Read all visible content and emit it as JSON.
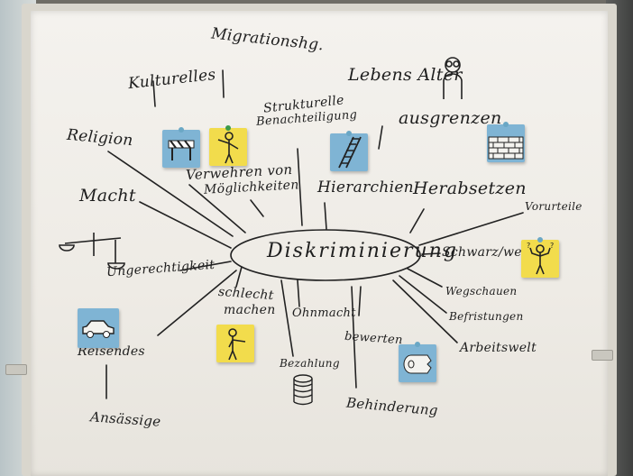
{
  "center": "Diskriminierung",
  "words": {
    "kulturelles": "Kulturelles",
    "migration": "Migrationshg.",
    "lebensalter": "Lebens Alter",
    "religion": "Religion",
    "strukturelle": "Strukturelle",
    "benachteiligung": "Benachteiligung",
    "ausgrenzen": "ausgrenzen",
    "verwehren": "Verwehren von",
    "moeglichkeiten": "Möglichkeiten",
    "hierarchien": "Hierarchien",
    "herabsetzen": "Herabsetzen",
    "vorurteile": "Vorurteile",
    "macht": "Macht",
    "schwarzweiss": "Schwarz/weiß",
    "ungerechtigkeit": "Ungerechtigkeit",
    "wegschauen": "Wegschauen",
    "schlecht": "schlecht",
    "machen": "machen",
    "ohnmacht": "Ohnmacht",
    "bewerten": "bewerten",
    "befristungen": "Befristungen",
    "arbeitswelt": "Arbeitswelt",
    "reisendes": "Reisendes",
    "bezahlung": "Bezahlung",
    "ansaessige": "Ansässige",
    "behinderung": "Behinderung"
  },
  "icons": {
    "barrier": "barrier-icon",
    "stop_person": "stop-person-icon",
    "ladder": "ladder-icon",
    "brick_wall": "brick-wall-icon",
    "shrug_person": "shrug-person-icon",
    "car": "car-icon",
    "pointing_person": "pointing-person-icon",
    "money_roll": "money-roll-icon",
    "scales": "scales-icon",
    "glasses_face": "glasses-face-icon",
    "coins": "coins-icon"
  },
  "colors": {
    "card_blue": "#7fb4d4",
    "card_yellow": "#f2dc4c",
    "ink": "#1e1e1e"
  }
}
